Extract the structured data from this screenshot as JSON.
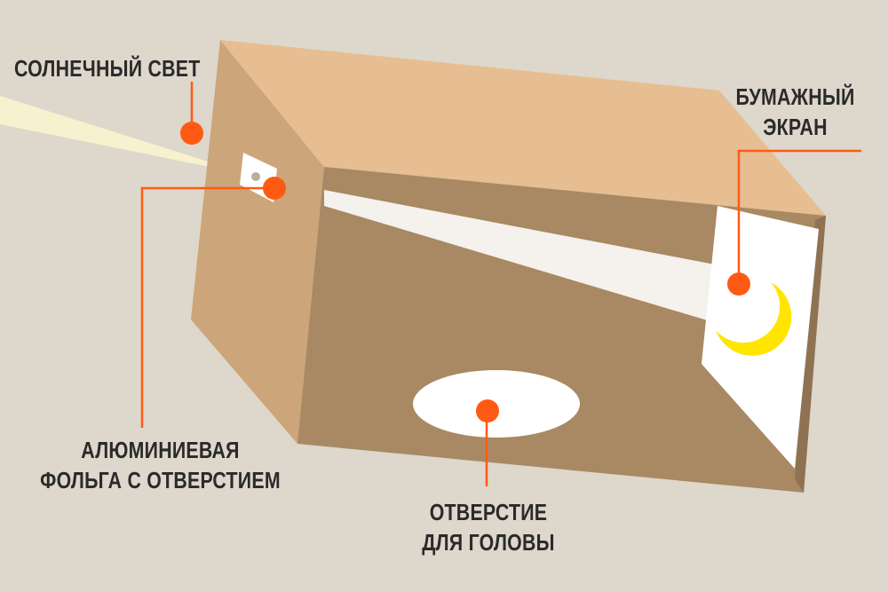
{
  "diagram": {
    "labels": {
      "sunlight": "СОЛНЕЧНЫЙ СВЕТ",
      "paper_screen": [
        "БУМАЖНЫЙ",
        "ЭКРАН"
      ],
      "foil_hole": [
        "АЛЮМИНИЕВАЯ",
        "ФОЛЬГА С ОТВЕРСТИЕМ"
      ],
      "head_hole": [
        "ОТВЕРСТИЕ",
        "ДЛЯ ГОЛОВЫ"
      ]
    },
    "colors": {
      "background": "#ddd7cc",
      "box_top": "#e6be91",
      "box_side": "#cda57a",
      "box_inner": "#a88963",
      "marker": "#ff5a14",
      "sun_beam": "#f7f1cf",
      "crescent": "#ffe500",
      "paper": "#ffffff"
    }
  }
}
